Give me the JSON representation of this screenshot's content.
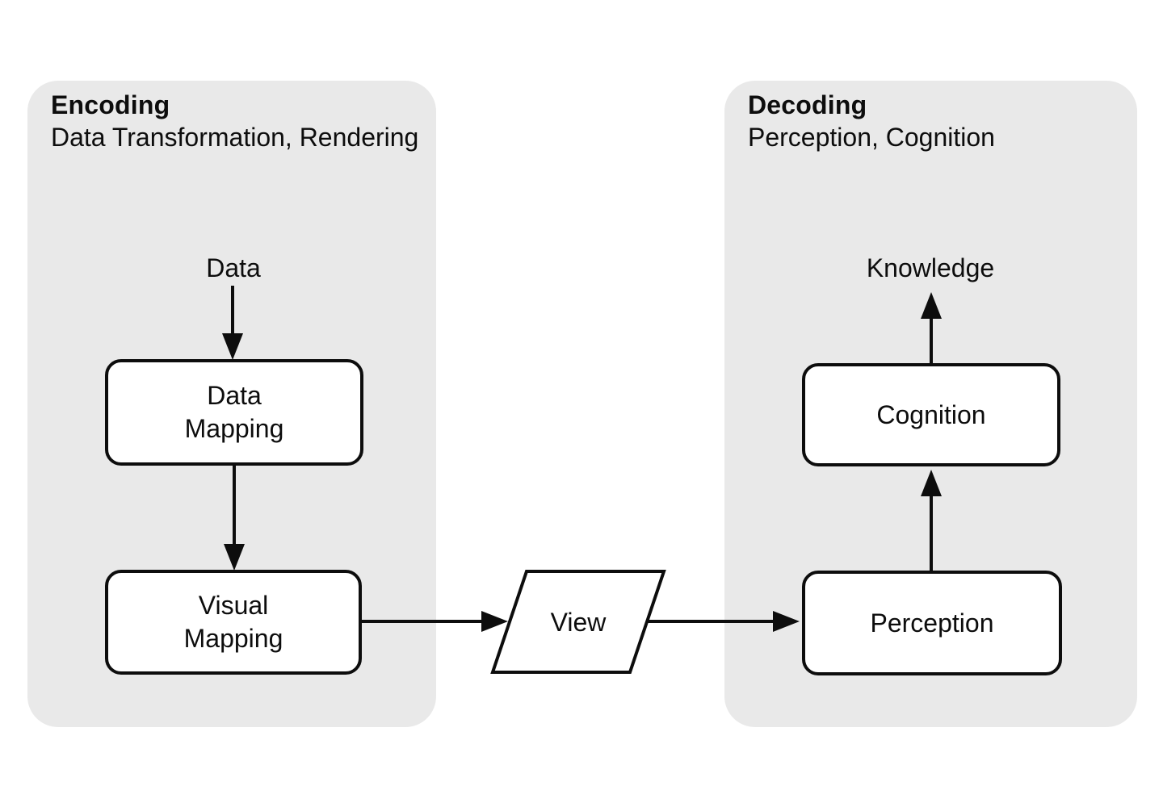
{
  "colors": {
    "panel_bg": "#e9e9e9",
    "node_bg": "#ffffff",
    "stroke": "#0d0d0d",
    "text": "#0d0d0d",
    "page_bg": "#ffffff"
  },
  "panels": {
    "encoding": {
      "title": "Encoding",
      "subtitle": "Data Transformation, Rendering"
    },
    "decoding": {
      "title": "Decoding",
      "subtitle": "Perception, Cognition"
    }
  },
  "nodes": {
    "data_label": "Data",
    "data_mapping": {
      "line1": "Data",
      "line2": "Mapping"
    },
    "visual_mapping": {
      "line1": "Visual",
      "line2": "Mapping"
    },
    "view": "View",
    "perception": "Perception",
    "cognition": "Cognition",
    "knowledge_label": "Knowledge"
  },
  "edges": [
    {
      "from": "Data",
      "to": "Data Mapping"
    },
    {
      "from": "Data Mapping",
      "to": "Visual Mapping"
    },
    {
      "from": "Visual Mapping",
      "to": "View"
    },
    {
      "from": "View",
      "to": "Perception"
    },
    {
      "from": "Perception",
      "to": "Cognition"
    },
    {
      "from": "Cognition",
      "to": "Knowledge"
    }
  ]
}
